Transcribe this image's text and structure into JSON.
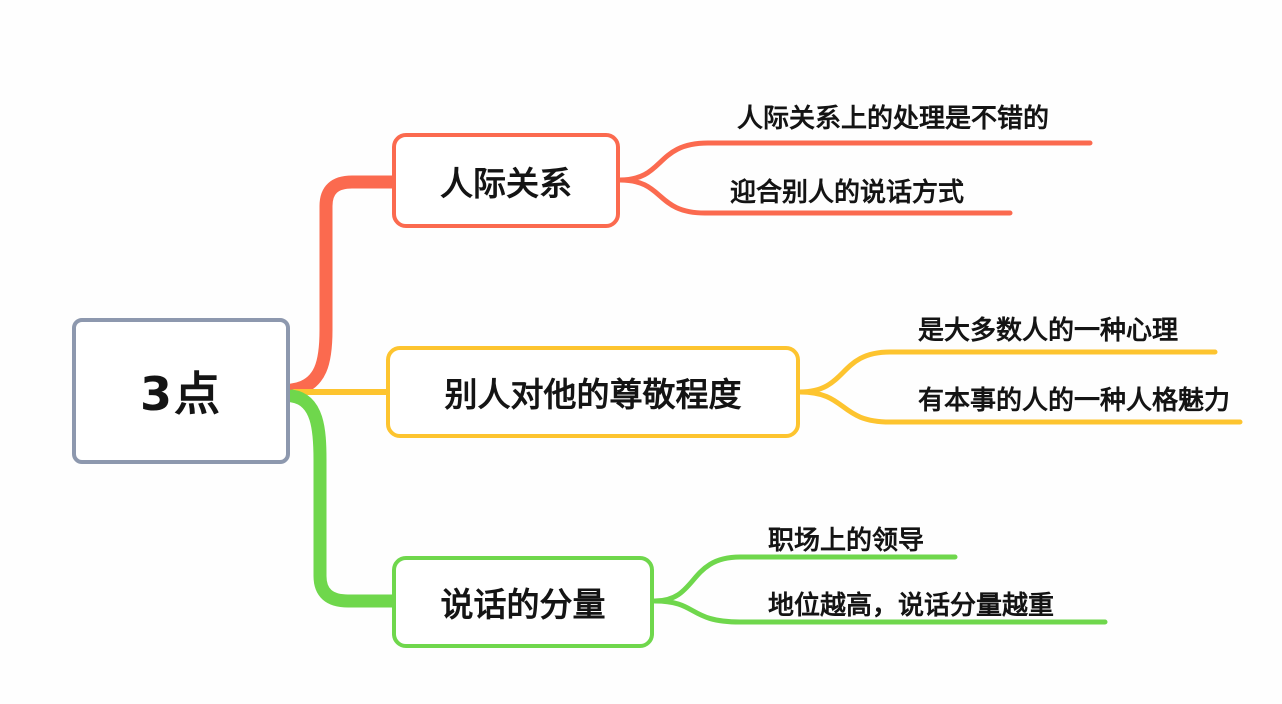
{
  "diagram": {
    "type": "mindmap",
    "background_color": "#fefefe",
    "root": {
      "label": "3点",
      "border_color": "#8d98ae"
    },
    "branches": [
      {
        "label": "人际关系",
        "color": "#fb6a4f",
        "leaves": [
          "人际关系上的处理是不错的",
          "迎合别人的说话方式"
        ]
      },
      {
        "label": "别人对他的尊敬程度",
        "color": "#fdc42f",
        "leaves": [
          "是大多数人的一种心理",
          "有本事的人的一种人格魅力"
        ]
      },
      {
        "label": "说话的分量",
        "color": "#6fd74c",
        "leaves": [
          "职场上的领导",
          "地位越高，说话分量越重"
        ]
      }
    ]
  }
}
